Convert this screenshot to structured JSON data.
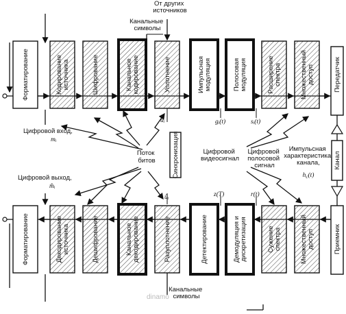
{
  "top_blocks": [
    "Форматирование",
    "Кодирование источника",
    "Шифрование",
    "Канальное кодирование",
    "Уплотнение",
    "Импульсная модуляция",
    "Полосовая модуляция",
    "Расширение спектра",
    "Множественный доступ",
    "Передатчик"
  ],
  "bottom_blocks": [
    "Форматирование",
    "Декодирование источника",
    "Дешифрование",
    "Канальное декодирование",
    "Разуплотнение",
    "Детектирование",
    "Демодуляция и дискретизация",
    "Сужение спектра",
    "Множественный доступ",
    "Приемник"
  ],
  "channel_block": "Канал",
  "sync_block": "Синхронизация",
  "labels": {
    "from_other_sources": "От других источников",
    "channel_symbols_top": "Канальные символы",
    "channel_symbols_bottom": "Канальные символы",
    "digital_input": "Цифровой вход,",
    "digital_input_var": "mᵢ",
    "digital_output": "Цифровой выход,",
    "digital_output_var": "m̂ᵢ",
    "bit_stream": "Поток битов",
    "digital_video": "Цифровой видеосигнал",
    "digital_bandpass": "Цифровой полосовой сигнал",
    "impulse_response": "Импульсная характеристика канала,",
    "impulse_response_var": "h_c(t)",
    "u_i": "uᵢ",
    "g_i_t": "gᵢ(t)",
    "s_i_t": "sᵢ(t)",
    "u_hat_i": "ûᵢ",
    "z_T": "z(T)",
    "r_t": "r(t)",
    "watermark": "dinamo"
  }
}
